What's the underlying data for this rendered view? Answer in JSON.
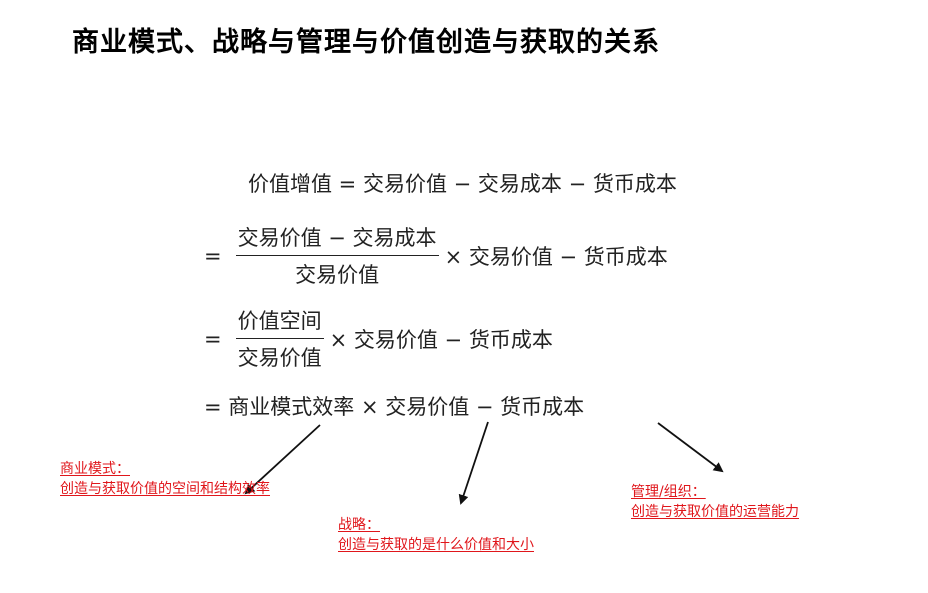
{
  "title": "商业模式、战略与管理与价值创造与获取的关系",
  "formula": {
    "line1": "价值增值 = 交易价值 − 交易成本 − 货币成本",
    "line2": {
      "prefix": "=",
      "numerator": "交易价值 − 交易成本",
      "denominator": "交易价值",
      "suffix": "× 交易价值 − 货币成本"
    },
    "line3": {
      "prefix": "=",
      "numerator": "价值空间",
      "denominator": "交易价值",
      "suffix": "× 交易价值 − 货币成本"
    },
    "line4": "= 商业模式效率 × 交易价值 − 货币成本"
  },
  "annotations": {
    "business_model": {
      "label": "商业模式：",
      "text": "创造与获取价值的空间和结构效率"
    },
    "strategy": {
      "label": "战略：",
      "text": "创造与获取的是什么价值和大小"
    },
    "management": {
      "label": "管理/组织：",
      "text": "创造与获取价值的运营能力"
    }
  },
  "colors": {
    "annotation": "#e0161b",
    "text": "#222222"
  }
}
